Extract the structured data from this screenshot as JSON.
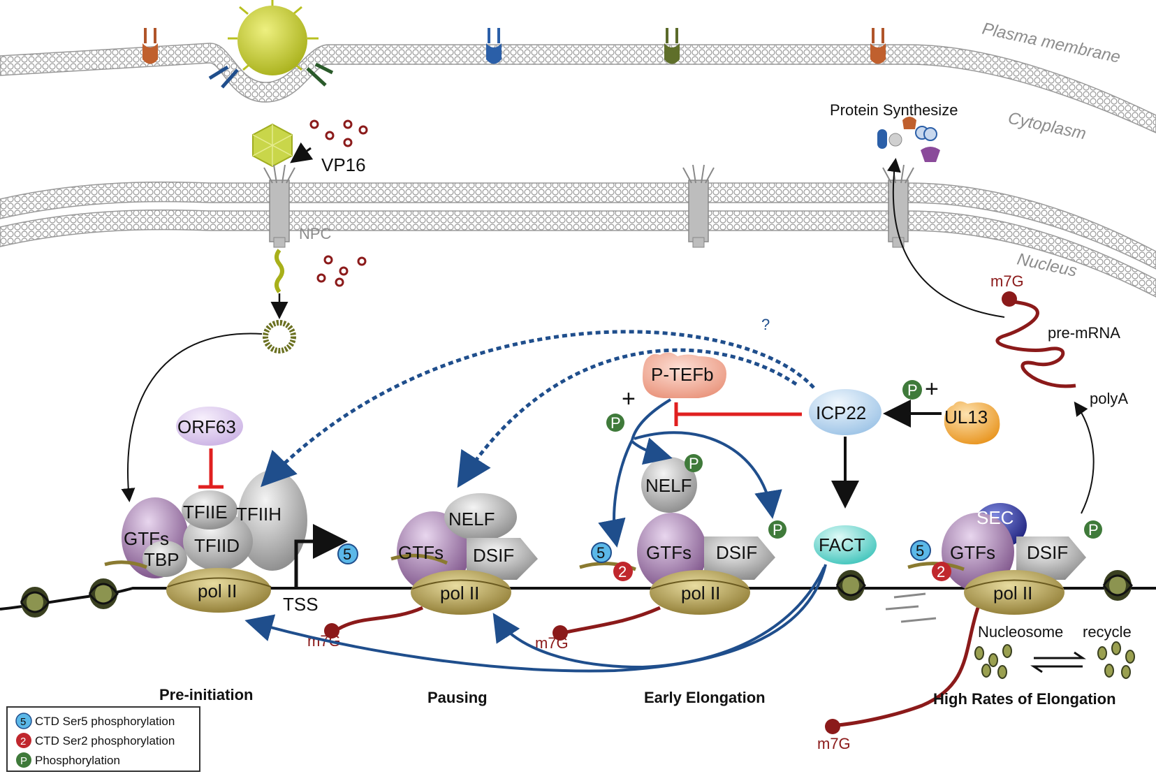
{
  "compartments": {
    "plasma_membrane": "Plasma membrane",
    "cytoplasm": "Cytoplasm",
    "nucleus": "Nucleus",
    "npc": "NPC"
  },
  "viral": {
    "vp16": "VP16",
    "protein_synthesize": "Protein Synthesize"
  },
  "factors": {
    "orf63": "ORF63",
    "ptefb": "P-TEFb",
    "icp22": "ICP22",
    "ul13": "UL13",
    "nelf": "NELF",
    "fact": "FACT",
    "sec": "SEC",
    "gtfs": "GTFs",
    "tfiie": "TFIIE",
    "tfiih": "TFIIH",
    "tfiid": "TFIID",
    "tbp": "TBP",
    "dsif": "DSIF",
    "pol2": "pol II",
    "tss": "TSS",
    "m7g": "m7G",
    "pre_mrna": "pre-mRNA",
    "polya": "polyA",
    "question": "?",
    "plus": "+",
    "p": "P",
    "ser5": "5",
    "ser2": "2",
    "nucleosome_recycle_a": "Nucleosome",
    "nucleosome_recycle_b": "recycle"
  },
  "stages": {
    "pre_initiation": "Pre-initiation",
    "pausing": "Pausing",
    "early_elongation": "Early Elongation",
    "high_rates": "High Rates of Elongation"
  },
  "legend": [
    {
      "symbol": "5",
      "label": "CTD Ser5 phosphorylation",
      "color": "#5bb8e8"
    },
    {
      "symbol": "2",
      "label": "CTD Ser2 phosphorylation",
      "color": "#c0272d"
    },
    {
      "symbol": "P",
      "label": "Phosphorylation",
      "color": "#3f7a3a"
    }
  ],
  "colors": {
    "membrane": "#9a9a9a",
    "arrow_blue": "#1f4e8c",
    "inhibit_red": "#e02020",
    "pol2": "#a8924a",
    "gtfs": "#8e5f96",
    "rna": "#8b1a1a",
    "dna": "#111111",
    "ptefb": "#f2a993",
    "icp22": "#bcd8f0",
    "ul13": "#f0a83a",
    "orf63": "#dccbef",
    "fact": "#6fd6cf",
    "sec": "#2a2a8c",
    "virus": "#c8d02a"
  }
}
